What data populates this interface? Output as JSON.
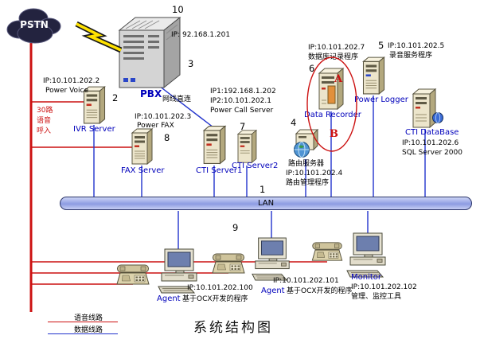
{
  "title": "系统结构图",
  "legend": {
    "voice_label": "语音线路",
    "data_label": "数据线路"
  },
  "colors": {
    "voice_line": "#cc1111",
    "data_line": "#2233cc",
    "label_blue": "#0000bb"
  },
  "pstn": {
    "label": "PSTN"
  },
  "pbx": {
    "num": "10",
    "ip": "IP: 92.168.1.201",
    "label": "PBX",
    "cable_num": "3",
    "cable_note": "网线直连"
  },
  "ivr": {
    "num": "2",
    "ip": "IP:10.101.202.2",
    "software": "Power Voice",
    "label": "IVR Server"
  },
  "incoming_lines": {
    "line1": "30路",
    "line2": "语音",
    "line3": "呼入"
  },
  "fax": {
    "num": "8",
    "ip": "IP:10.101.202.3",
    "software": "Power FAX",
    "label": "FAX Server"
  },
  "cti": {
    "num": "7",
    "ip1": "IP1:192.168.1.202",
    "ip2": "IP2:10.101.202.1",
    "software": "Power Call Server",
    "label1": "CTI Server1",
    "label2": "CTI Server2"
  },
  "router": {
    "num": "4",
    "label": "路由服务器",
    "ip": "IP:10.101.202.4",
    "software": "路由管理程序"
  },
  "recorder": {
    "num": "6",
    "ip": "IP:10.101.202.7",
    "software": "数据库记录程序",
    "label": "Data Recorder",
    "mark_a": "A",
    "mark_b": "B"
  },
  "logger": {
    "num": "5",
    "ip": "IP:10.101.202.5",
    "software": "录音服务程序",
    "label": "Power Logger"
  },
  "ctidb": {
    "label": "CTI DataBase",
    "ip": "IP:10.101.202.6",
    "software": "SQL Server 2000"
  },
  "lan": {
    "num": "1",
    "label": "LAN"
  },
  "num9": "9",
  "agent1": {
    "ip": "IP:10.101.202.100",
    "label": "Agent",
    "desc": "基于OCX开发的程序"
  },
  "agent2": {
    "ip": "IP:10.101.202.101",
    "label": "Agent",
    "desc": "基于OCX开发的程序"
  },
  "monitor": {
    "ip": "IP:10.101.202.102",
    "label": "Monitor",
    "desc": "管理、监控工具"
  }
}
